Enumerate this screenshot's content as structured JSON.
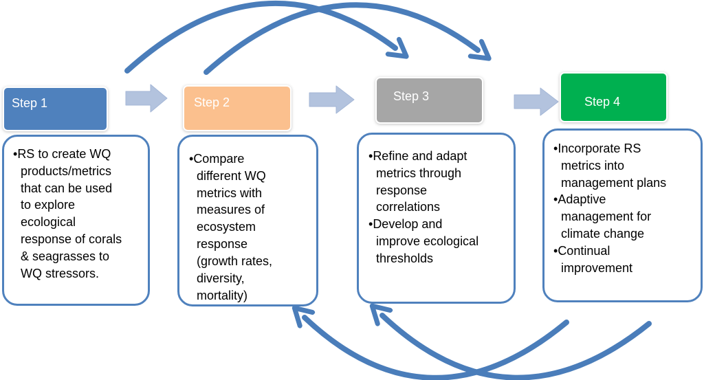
{
  "diagram": {
    "steps": [
      {
        "title": "Step 1",
        "header_color": "#4f81bd",
        "bullets": [
          "RS to create WQ\nproducts/metrics\nthat can be used\nto explore\necological\nresponse of corals\n& seagrasses to\nWQ stressors."
        ]
      },
      {
        "title": "Step 2",
        "header_color": "#fbc08e",
        "bullets": [
          "Compare\ndifferent WQ\nmetrics with\nmeasures of\necosystem\nresponse\n(growth rates,\ndiversity,\nmortality)"
        ]
      },
      {
        "title": "Step 3",
        "header_color": "#a6a6a6",
        "bullets": [
          "Refine and adapt\nmetrics through\nresponse\ncorrelations",
          "Develop and\nimprove ecological\nthresholds"
        ]
      },
      {
        "title": "Step 4",
        "header_color": "#00b050",
        "bullets": [
          "Incorporate RS\nmetrics into\nmanagement plans",
          "Adaptive\nmanagement for\nclimate change",
          "Continual\nimprovement"
        ]
      }
    ],
    "connectors": {
      "block_arrows": [
        {
          "icon": "arrow-right-icon",
          "from": "Step 1",
          "to": "Step 2"
        },
        {
          "icon": "arrow-right-icon",
          "from": "Step 2",
          "to": "Step 3"
        },
        {
          "icon": "arrow-right-icon",
          "from": "Step 3",
          "to": "Step 4"
        }
      ],
      "curved_arrows": [
        {
          "icon": "curved-arrow-icon",
          "position": "top",
          "from": "Step 1",
          "to": "Step 3"
        },
        {
          "icon": "curved-arrow-icon",
          "position": "top",
          "from": "Step 2",
          "to": "Step 4"
        },
        {
          "icon": "curved-arrow-icon",
          "position": "bottom",
          "from": "Step 4",
          "to": "Step 2"
        },
        {
          "icon": "curved-arrow-icon",
          "position": "bottom",
          "from": "Step 4",
          "to": "Step 3"
        }
      ]
    },
    "colors": {
      "step1_header": "#4f81bd",
      "step2_header": "#fbc08e",
      "step3_header": "#a6a6a6",
      "step4_header": "#00b050",
      "box_border": "#4f81bd",
      "block_arrow": "#b3c3de",
      "curved_arrow": "#4a7dba",
      "header_text": "#ffffff",
      "body_text": "#000000",
      "background": "#ffffff"
    }
  }
}
